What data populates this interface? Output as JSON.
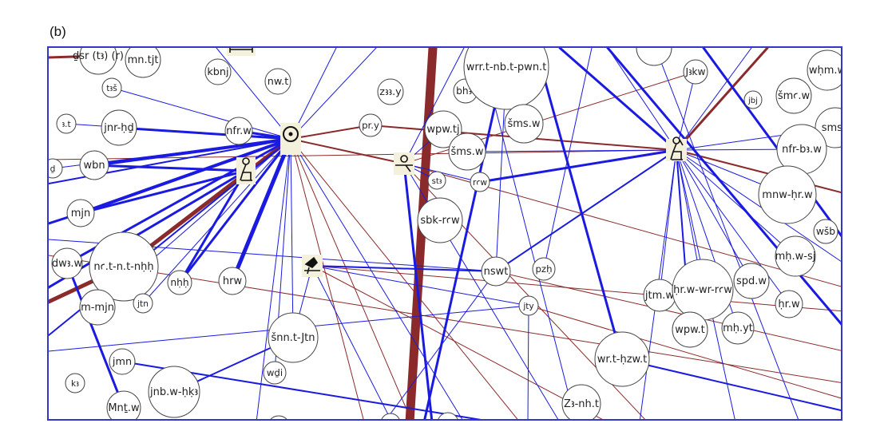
{
  "panel_label": "(b)",
  "colors": {
    "frame": "#3535c8",
    "blue_edge": "#1a1ae0",
    "red_edge": "#8b2a2a",
    "node_stroke": "#444444",
    "glyph_bg": "#f3f1dc"
  },
  "glyph_nodes": [
    {
      "id": "G_sun",
      "icon": "sun-disk-glyph"
    },
    {
      "id": "G_man",
      "icon": "seated-man-glyph"
    },
    {
      "id": "G_bird",
      "icon": "bird-on-standard-glyph"
    },
    {
      "id": "G_cord",
      "icon": "cord-glyph"
    },
    {
      "id": "G_god",
      "icon": "seated-god-glyph"
    },
    {
      "id": "G_cart",
      "icon": "cartouche-glyph"
    }
  ],
  "nodes": [
    {
      "id": "dsr",
      "label": "ḏsr (tꜣ) (r)"
    },
    {
      "id": "mntjt",
      "label": "mn.tjt"
    },
    {
      "id": "kbnj",
      "label": "kbnj"
    },
    {
      "id": "nwt",
      "label": "nw.t"
    },
    {
      "id": "tss",
      "label": "tꜣš"
    },
    {
      "id": "zy",
      "label": "zꜣꜣ.y"
    },
    {
      "id": "bhw",
      "label": "bhꜣ."
    },
    {
      "id": "wrr",
      "label": "wrr.t-nb.t-pwn.t"
    },
    {
      "id": "jkw",
      "label": "Jꜣkw"
    },
    {
      "id": "whmw",
      "label": "wḥm.w"
    },
    {
      "id": "jbj",
      "label": "jbj"
    },
    {
      "id": "smsw2",
      "label": "šmꜥ.w"
    },
    {
      "id": "smsr",
      "label": "smsr."
    },
    {
      "id": "at",
      "label": "ꜣ.t"
    },
    {
      "id": "jnrhd",
      "label": "jnr-ḥḏ"
    },
    {
      "id": "nfrw",
      "label": "nfr.w"
    },
    {
      "id": "pry",
      "label": "pr.y"
    },
    {
      "id": "wpwtj",
      "label": "wpw.tj"
    },
    {
      "id": "smsw",
      "label": "šms.w"
    },
    {
      "id": "sms3",
      "label": "šms.w"
    },
    {
      "id": "nfrbw",
      "label": "nfr-bꜣ.w"
    },
    {
      "id": "d",
      "label": "ḏ"
    },
    {
      "id": "wbn",
      "label": "wbn"
    },
    {
      "id": "stp",
      "label": "stꜣ"
    },
    {
      "id": "rw",
      "label": "rꜥw"
    },
    {
      "id": "mnwhr",
      "label": "mnw-ḥr.w"
    },
    {
      "id": "mjn",
      "label": "mjn"
    },
    {
      "id": "sbkrw",
      "label": "sbk-rꜥw"
    },
    {
      "id": "wsb",
      "label": "wšb"
    },
    {
      "id": "dwa",
      "label": "dwꜣ.w"
    },
    {
      "id": "ntnnhh",
      "label": "nꜥ.t-n.t-nḥḥ"
    },
    {
      "id": "mhwsj",
      "label": "mḥ.w-sj"
    },
    {
      "id": "nhh",
      "label": "nḥḥ"
    },
    {
      "id": "hrw",
      "label": "hrw"
    },
    {
      "id": "nswt",
      "label": "nswt"
    },
    {
      "id": "pzh",
      "label": "pzḥ"
    },
    {
      "id": "spdw",
      "label": "spd.w"
    },
    {
      "id": "mmjn",
      "label": "m-mjn"
    },
    {
      "id": "jtn",
      "label": "jtn"
    },
    {
      "id": "jtmw",
      "label": "jtm.w"
    },
    {
      "id": "hrwwr",
      "label": "ḥr.w-wr-rꜥw"
    },
    {
      "id": "jty",
      "label": "jty"
    },
    {
      "id": "hrw2",
      "label": "ḥr.w"
    },
    {
      "id": "wpwt",
      "label": "wpw.t"
    },
    {
      "id": "mhyt",
      "label": "mḥ.yt"
    },
    {
      "id": "snnt",
      "label": "šnn.t-Jtn"
    },
    {
      "id": "wrthzw",
      "label": "wr.t-ḥzw.t"
    },
    {
      "id": "jmn",
      "label": "jmn"
    },
    {
      "id": "wdj",
      "label": "wḏi"
    },
    {
      "id": "k",
      "label": "kꜣ"
    },
    {
      "id": "jnbw",
      "label": "jnb.w-ḥḳꜣ"
    },
    {
      "id": "znht",
      "label": "Zꜣ-nh.t"
    },
    {
      "id": "mntw",
      "label": "Mnṯ.w"
    }
  ]
}
